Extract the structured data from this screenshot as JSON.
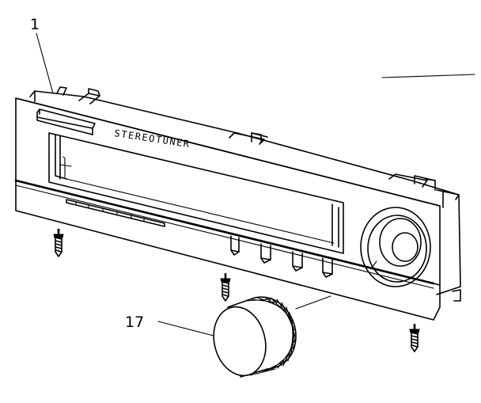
{
  "callouts": {
    "front_panel": "1",
    "knob": "17"
  },
  "panel": {
    "brand_text": "STEREOTUNER"
  },
  "icons": [
    "front-panel-assembly",
    "tuning-knob",
    "screw"
  ],
  "colors": {
    "ink": "#000000",
    "paper": "#ffffff"
  }
}
